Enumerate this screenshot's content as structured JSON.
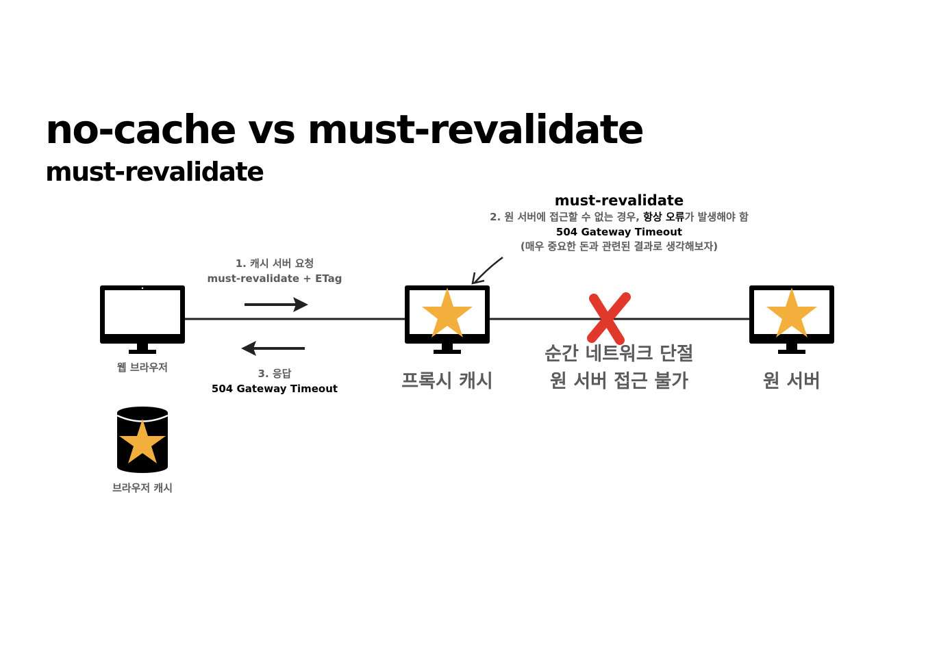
{
  "title": "no-cache vs must-revalidate",
  "subtitle": "must-revalidate",
  "annotation": {
    "heading": "must-revalidate",
    "line1_a": "2. 원 서버에 접근할 수 없는 경우, ",
    "line1_b": "항상 오류",
    "line1_c": "가 발생해야 함",
    "line2": "504 Gateway Timeout",
    "line3": "(매우 중요한 돈과 관련된 결과로 생각해보자)"
  },
  "request": {
    "line1": "1. 캐시 서버 요청",
    "line2": "must-revalidate + ETag"
  },
  "response": {
    "line1": "3. 응답",
    "line2": "504 Gateway Timeout"
  },
  "nodes": {
    "browser": "웹 브라우저",
    "proxy": "프록시 캐시",
    "origin": "원 서버",
    "browser_cache": "브라우저 캐시"
  },
  "network_failure": {
    "line1": "순간 네트워크 단절",
    "line2": "원 서버 접근 불가"
  },
  "icons": [
    "monitor-icon",
    "star-icon",
    "database-icon",
    "cross-icon",
    "arrow-right-icon",
    "arrow-left-icon",
    "pointer-arrow-icon"
  ],
  "colors": {
    "star": "#F3AF3B",
    "cross": "#E0392B",
    "text_gray": "#5b5b5b"
  }
}
